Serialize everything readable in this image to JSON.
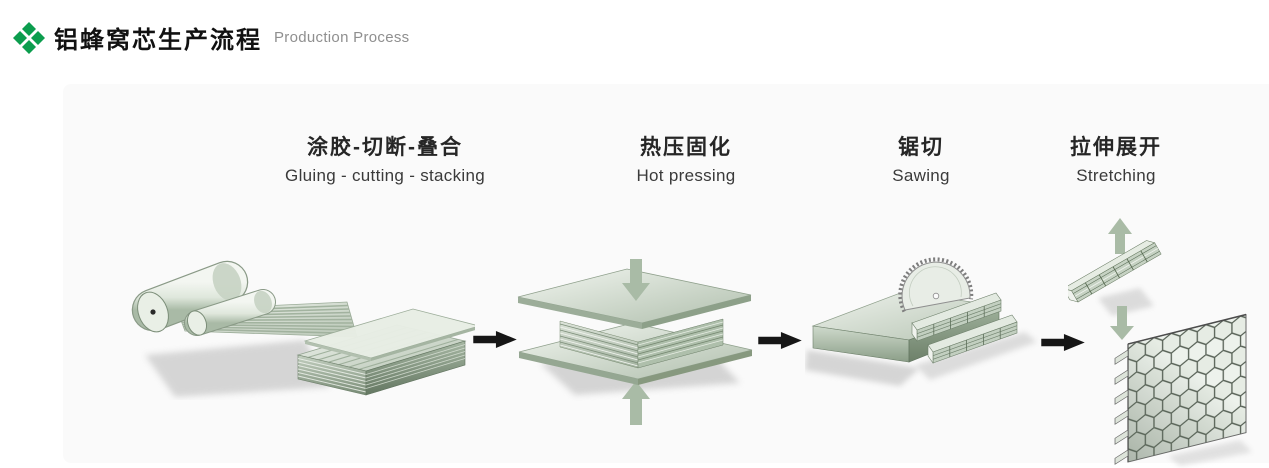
{
  "header": {
    "logo_icon": "four-diamonds-icon",
    "title_zh": "铝蜂窝芯生产流程",
    "title_en": "Production Process"
  },
  "stages": [
    {
      "zh": "涂胶-切断-叠合",
      "en": "Gluing - cutting - stacking",
      "illustration": "foil-rolls-sheet-and-stack"
    },
    {
      "zh": "热压固化",
      "en": "Hot pressing",
      "illustration": "press-plates-with-stack"
    },
    {
      "zh": "锯切",
      "en": "Sawing",
      "illustration": "circular-saw-cutting-block"
    },
    {
      "zh": "拉伸展开",
      "en": "Stretching",
      "illustration": "strip-expanded-to-honeycomb"
    }
  ],
  "flow_arrow_icon": "right-arrow-icon",
  "press_arrow_icons": [
    "down-arrow-icon",
    "up-arrow-icon"
  ],
  "stretch_arrow_icons": [
    "up-arrow-icon",
    "down-arrow-icon"
  ],
  "colors": {
    "accent_green": "#0c9d4e",
    "panel_bg": "#fafafa",
    "sage_light": "#eef2ec",
    "sage_mid": "#b9c7b6",
    "sage_dark": "#7d907b",
    "green_arrow": "#a9bba6",
    "black_arrow": "#161616",
    "label_zh_text": "#262626",
    "label_en_text": "#3a3a3a",
    "title_en_text": "#8f8f8f",
    "shadow": "#cbcbcb"
  }
}
